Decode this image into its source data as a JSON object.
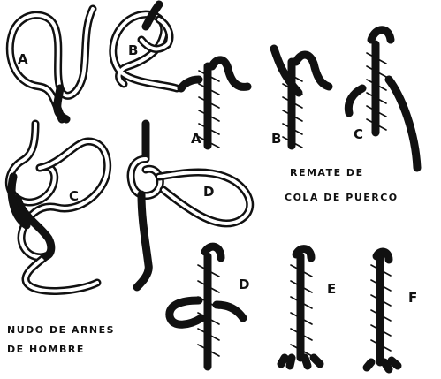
{
  "labels": {
    "fig_a_top": "A",
    "fig_b_top": "B",
    "fig_c_mid": "C",
    "fig_d_mid": "D",
    "remate_a": "A",
    "remate_b": "B",
    "remate_c": "C",
    "remate_d": "D",
    "remate_e": "E",
    "remate_f": "F"
  },
  "captions": {
    "remate_line1": "REMATE DE",
    "remate_line2": "COLA DE PUERCO",
    "nudo_line1": "NUDO DE ARNES",
    "nudo_line2": "DE HOMBRE"
  },
  "colors": {
    "ink": "#111111",
    "paper": "#ffffff"
  }
}
